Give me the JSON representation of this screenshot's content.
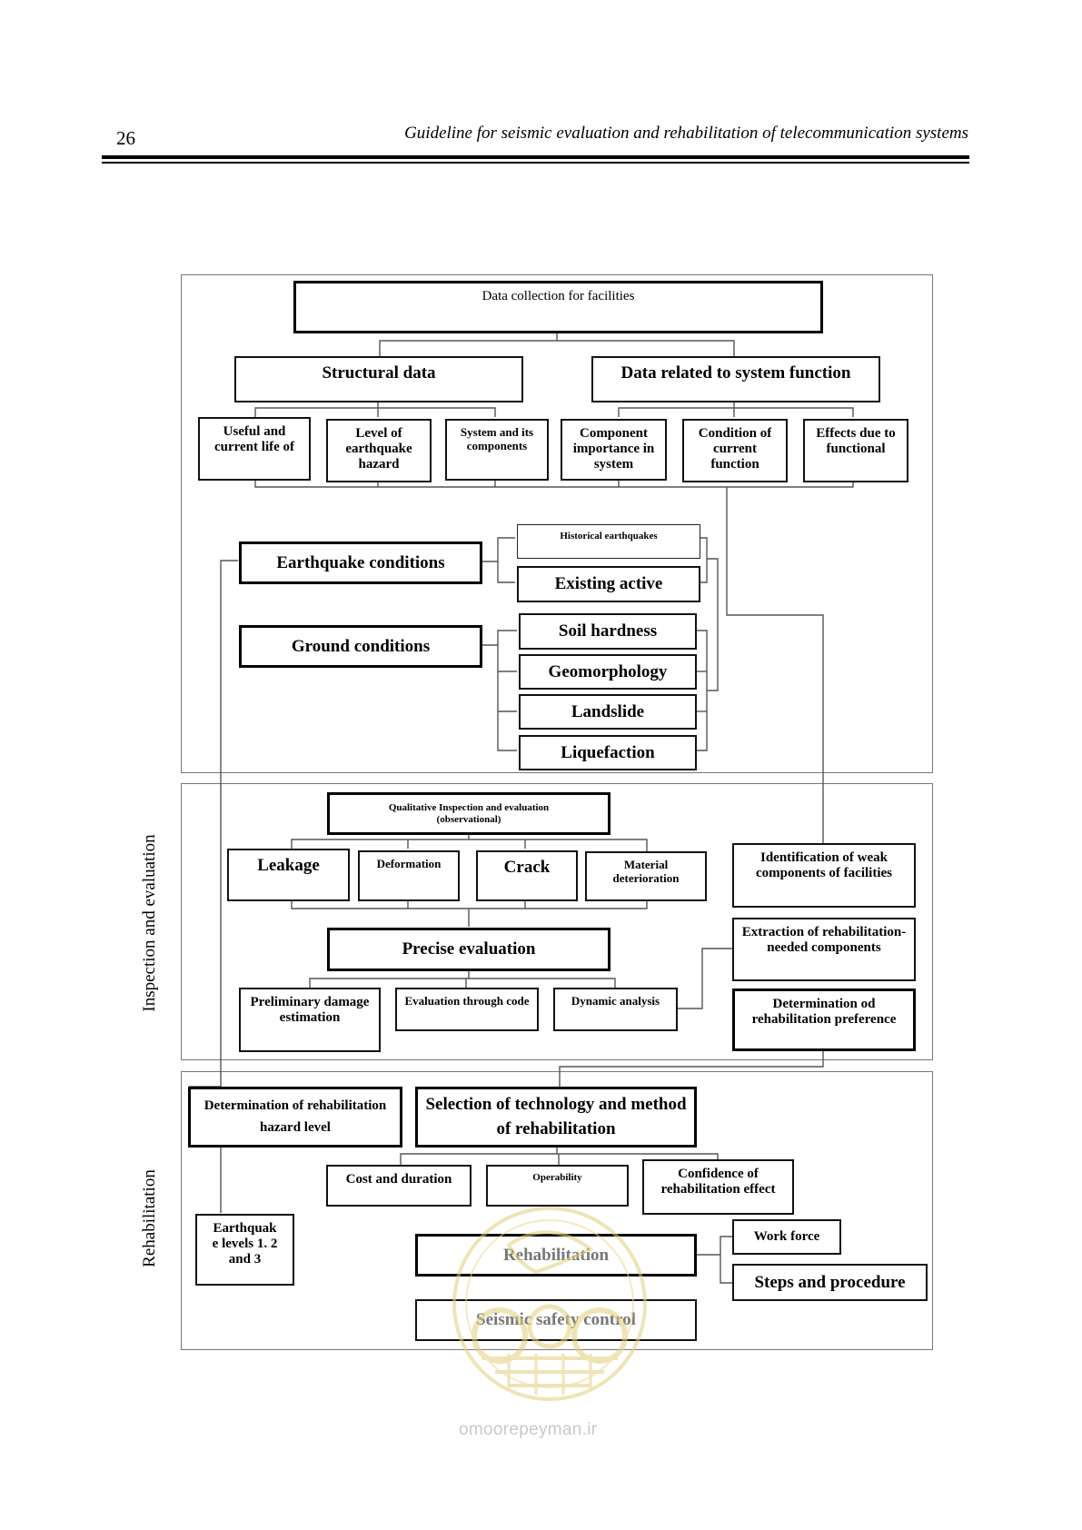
{
  "page": {
    "number": "26",
    "header_title": "Guideline for seismic evaluation and rehabilitation of telecommunication systems",
    "watermark_text": "omoorepeyman.ir"
  },
  "sections": {
    "inspection_label": "Inspection and evaluation",
    "rehabilitation_label": "Rehabilitation"
  },
  "data_collection": {
    "root": "Data collection for facilities",
    "structural": "Structural data",
    "system_function": "Data related to system function",
    "useful_life": "Useful and current life of",
    "earthquake_hazard": "Level of earthquake hazard",
    "system_components": "System and its components",
    "component_importance": "Component importance in system",
    "current_function": "Condition of current function",
    "effects_functional": "Effects due to functional",
    "earthquake_conditions": "Earthquake conditions",
    "ground_conditions": "Ground conditions",
    "historical_earthquakes": "Historical earthquakes",
    "existing_active": "Existing active",
    "soil_hardness": "Soil hardness",
    "geomorphology": "Geomorphology",
    "landslide": "Landslide",
    "liquefaction": "Liquefaction"
  },
  "inspection": {
    "qualitative": "Qualitative Inspection and evaluation (observational)",
    "leakage": "Leakage",
    "deformation": "Deformation",
    "crack": "Crack",
    "material_deterioration": "Material deterioration",
    "identification_weak": "Identification of weak components of facilities",
    "precise_evaluation": "Precise evaluation",
    "extraction": "Extraction of rehabilitation-needed components",
    "preliminary_damage": "Preliminary damage estimation",
    "evaluation_code": "Evaluation through code",
    "dynamic_analysis": "Dynamic analysis",
    "determination_preference": "Determination od rehabilitation preference"
  },
  "rehabilitation": {
    "hazard_level": "Determination of rehabilitation hazard level",
    "selection_technology": "Selection of technology and method of rehabilitation",
    "cost_duration": "Cost and duration",
    "operability": "Operability",
    "confidence": "Confidence of rehabilitation effect",
    "earthquake_levels": "Earthquak e levels 1. 2 and 3",
    "rehabilitation": "Rehabilitation",
    "work_force": "Work force",
    "steps_procedure": "Steps and procedure",
    "seismic_safety": "Seismic safety control"
  }
}
